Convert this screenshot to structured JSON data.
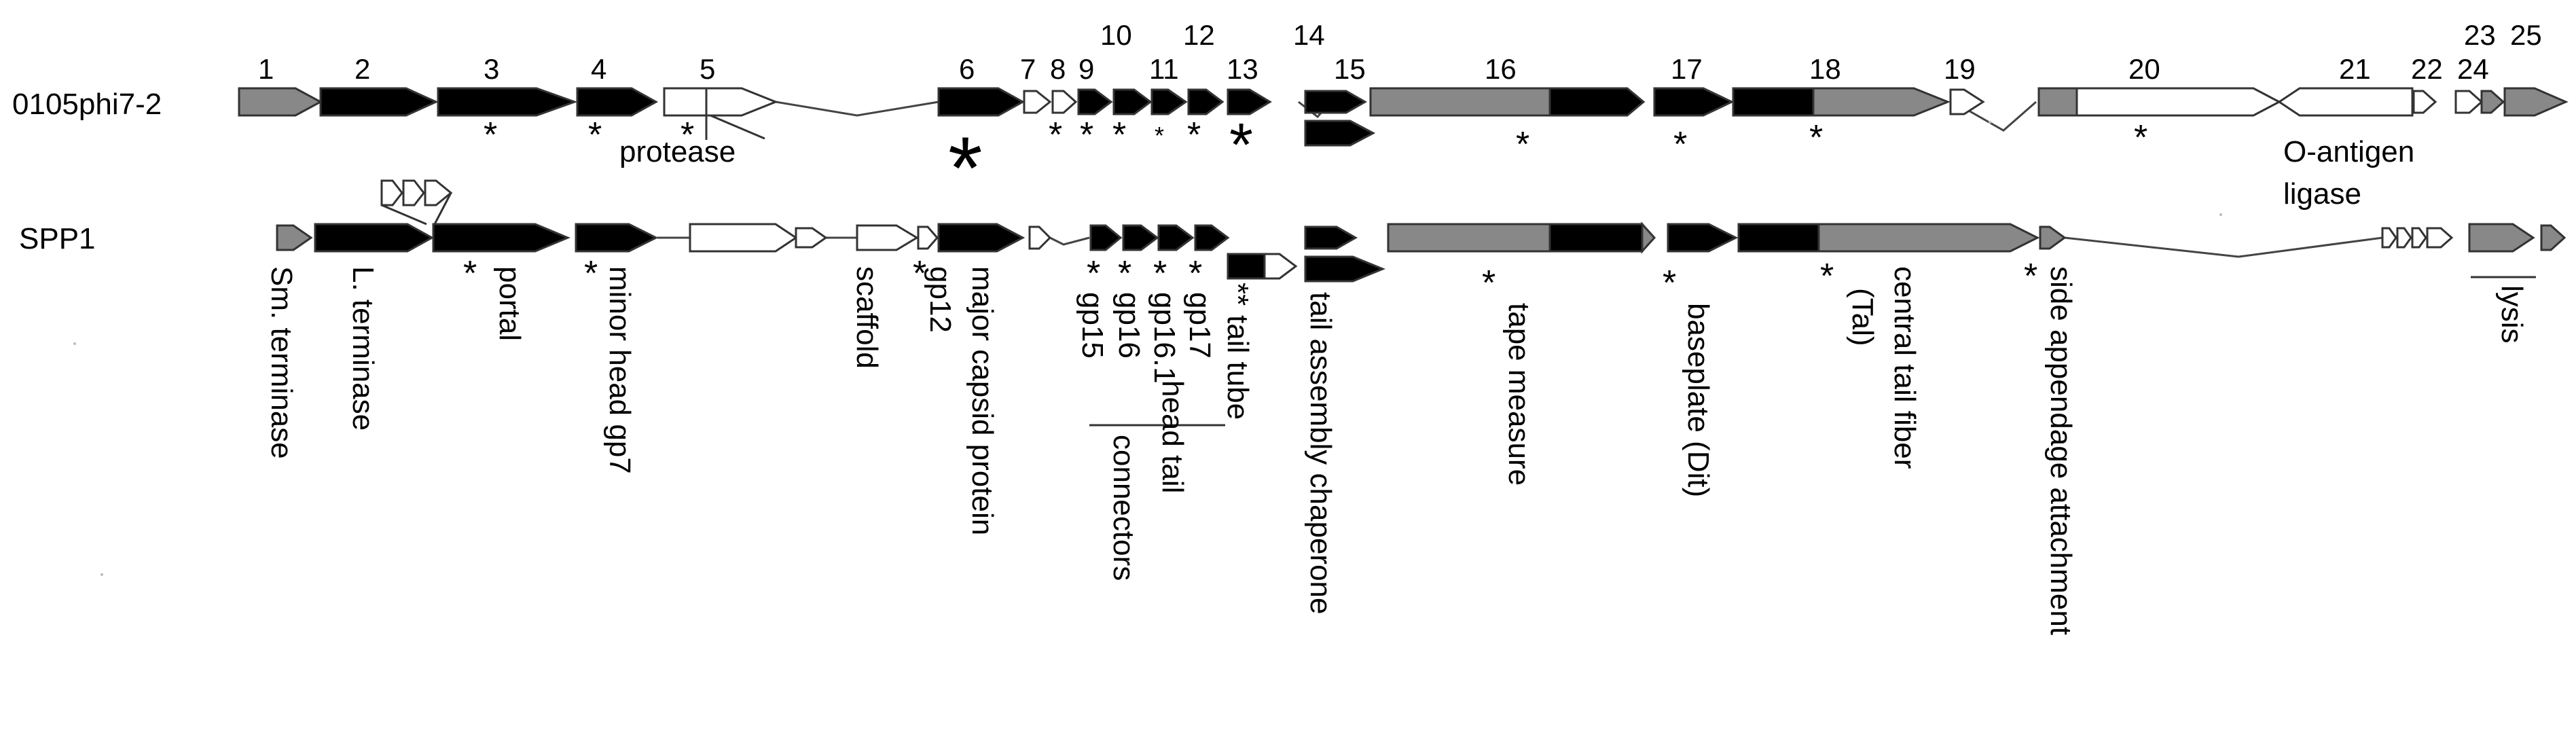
{
  "genomes": {
    "top": {
      "name": "0105phi7-2",
      "gene_numbers": [
        "1",
        "2",
        "3",
        "4",
        "5",
        "6",
        "7",
        "8",
        "9",
        "10",
        "11",
        "12",
        "13",
        "14",
        "15",
        "16",
        "17",
        "18",
        "19",
        "20",
        "21",
        "22",
        "23",
        "24",
        "25"
      ],
      "annotations": [
        "protease",
        "O-antigen",
        "ligase"
      ]
    },
    "bottom": {
      "name": "SPP1",
      "labels": [
        "Sm. terminase",
        "L. terminase",
        "portal",
        "minor head gp7",
        "scaffold",
        "gp12",
        "major capsid protein",
        "gp15",
        "gp16",
        "gp16.1",
        "gp17",
        "connectors",
        "head tail",
        "tail tube",
        "tail assembly chaperone",
        "tape measure",
        "baseplate (Dit)",
        "central tail fiber",
        "(Tal)",
        "side appendage attachment",
        "lysis"
      ]
    }
  },
  "legend_colors": {
    "shared_strong": "#000000",
    "shared_weak": "#888888",
    "unique": "#ffffff"
  },
  "marks": {
    "asterisk": "*",
    "double_asterisk": "**"
  }
}
